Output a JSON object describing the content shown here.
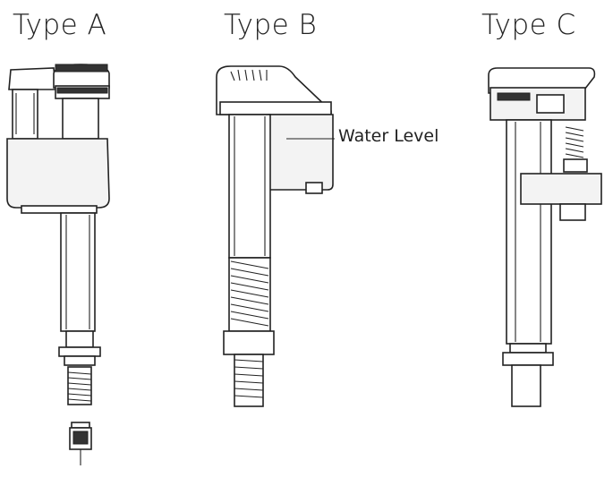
{
  "labels": {
    "type_a": "Type A",
    "type_b": "Type B",
    "type_c": "Type C",
    "water_level": "Water Level"
  },
  "colors": {
    "line": "#222222",
    "background": "#ffffff"
  }
}
